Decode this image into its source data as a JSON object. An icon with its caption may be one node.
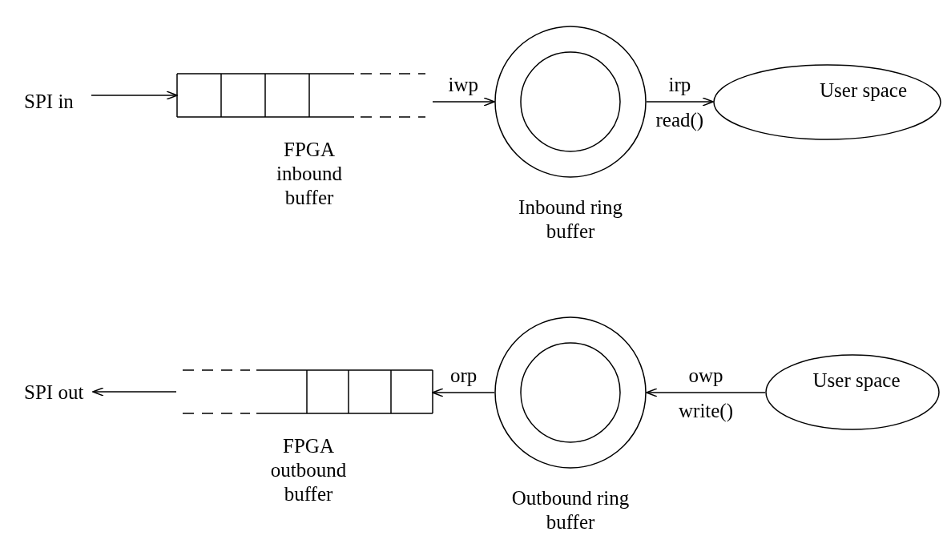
{
  "diagram": {
    "nodes": [
      {
        "text": [
          "SPI in"
        ]
      },
      {
        "text": [
          "FPGA inbound buffer"
        ]
      },
      {
        "text": [
          "Inbound ring buffer"
        ]
      },
      {
        "text": [
          "User space"
        ]
      },
      {
        "text": [
          "User space"
        ]
      },
      {
        "text": [
          "Outbound ring buffer"
        ]
      },
      {
        "text": [
          "FPGA outbound buffer"
        ]
      },
      {
        "text": [
          "SPI out"
        ]
      }
    ],
    "edges": [
      {
        "from": 0,
        "to": 1,
        "arrow": "to"
      },
      {
        "from": 1,
        "to": 2,
        "arrow": "to",
        "label": "iwp"
      },
      {
        "from": 2,
        "to": 3,
        "arrow": "to",
        "label": "irp"
      },
      {
        "from": 4,
        "to": 5,
        "arrow": "to",
        "label": "owp"
      },
      {
        "from": 5,
        "to": 6,
        "arrow": "to",
        "label": "orp"
      },
      {
        "from": 6,
        "to": 7,
        "arrow": "to"
      }
    ],
    "labels": [
      "read()",
      "write()"
    ]
  }
}
